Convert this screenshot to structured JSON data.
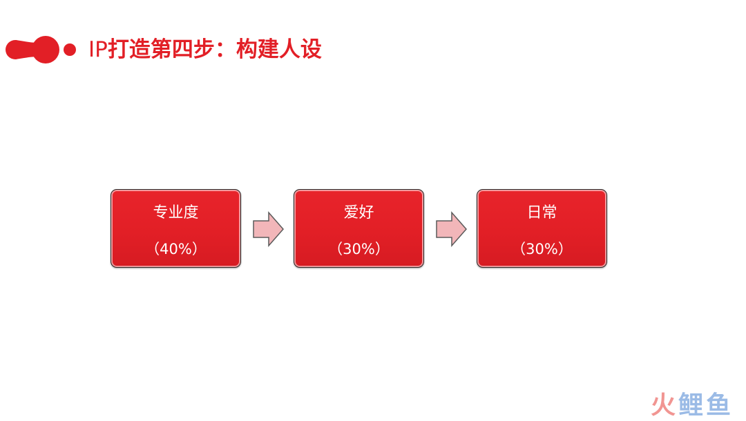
{
  "header": {
    "title_prefix": "IP",
    "title_main": "打造第四步：构建人设"
  },
  "steps": [
    {
      "label": "专业度",
      "pct": "（40%）"
    },
    {
      "label": "爱好",
      "pct": "（30%）"
    },
    {
      "label": "日常",
      "pct": "（30%）"
    }
  ],
  "watermark": {
    "chars": [
      "火",
      "鲤",
      "鱼"
    ]
  },
  "colors": {
    "accent": "#e21f26",
    "arrow_fill": "#f2b6b9",
    "watermark_fire": "#e8504a",
    "watermark_fish": "#5a8fd6"
  }
}
